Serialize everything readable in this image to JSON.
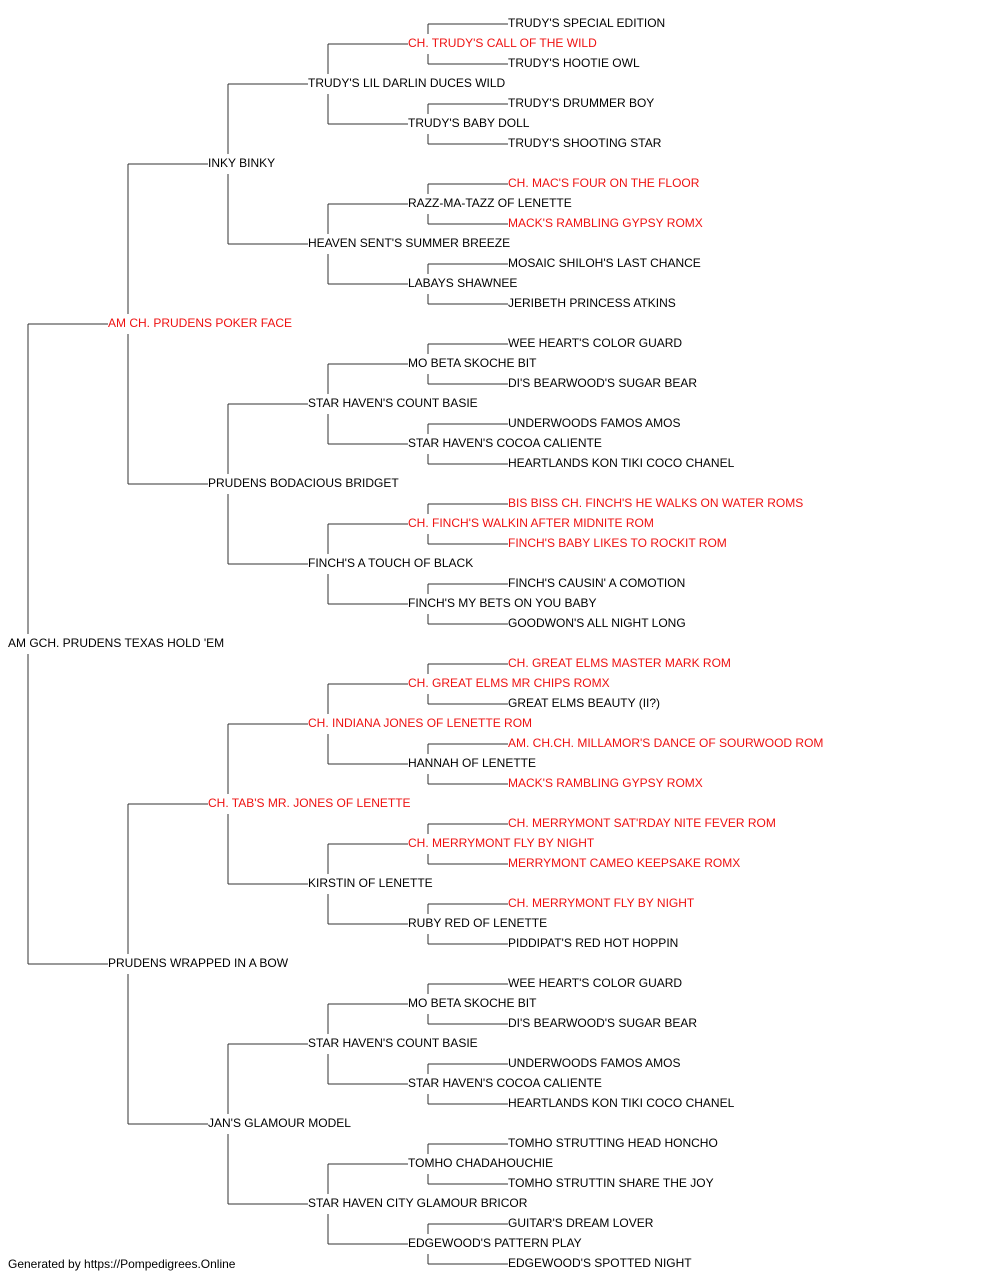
{
  "colors": {
    "normal": "#000000",
    "titled": "#ee1111",
    "connector": "#333333"
  },
  "footer": "Generated by https://Pompedigrees.Online",
  "pedigree": {
    "name": "AM GCH. PRUDENS TEXAS HOLD 'EM",
    "titled": false,
    "sire": {
      "name": "AM CH. PRUDENS POKER FACE",
      "titled": true,
      "sire": {
        "name": "INKY BINKY",
        "titled": false,
        "sire": {
          "name": "TRUDY'S LIL DARLIN DUCES WILD",
          "titled": false,
          "sire": {
            "name": "CH. TRUDY'S CALL OF THE WILD",
            "titled": true,
            "sire": {
              "name": "TRUDY'S SPECIAL EDITION",
              "titled": false
            },
            "dam": {
              "name": "TRUDY'S HOOTIE OWL",
              "titled": false
            }
          },
          "dam": {
            "name": "TRUDY'S BABY DOLL",
            "titled": false,
            "sire": {
              "name": "TRUDY'S DRUMMER BOY",
              "titled": false
            },
            "dam": {
              "name": "TRUDY'S SHOOTING STAR",
              "titled": false
            }
          }
        },
        "dam": {
          "name": "HEAVEN SENT'S SUMMER BREEZE",
          "titled": false,
          "sire": {
            "name": "RAZZ-MA-TAZZ OF LENETTE",
            "titled": false,
            "sire": {
              "name": "CH. MAC'S FOUR ON THE FLOOR",
              "titled": true
            },
            "dam": {
              "name": "MACK'S RAMBLING GYPSY ROMX",
              "titled": true
            }
          },
          "dam": {
            "name": "LABAYS SHAWNEE",
            "titled": false,
            "sire": {
              "name": "MOSAIC SHILOH'S LAST CHANCE",
              "titled": false
            },
            "dam": {
              "name": "JERIBETH PRINCESS ATKINS",
              "titled": false
            }
          }
        }
      },
      "dam": {
        "name": "PRUDENS BODACIOUS BRIDGET",
        "titled": false,
        "sire": {
          "name": "STAR HAVEN'S COUNT BASIE",
          "titled": false,
          "sire": {
            "name": "MO BETA SKOCHE BIT",
            "titled": false,
            "sire": {
              "name": "WEE HEART'S COLOR GUARD",
              "titled": false
            },
            "dam": {
              "name": "DI'S BEARWOOD'S SUGAR BEAR",
              "titled": false
            }
          },
          "dam": {
            "name": "STAR HAVEN'S COCOA CALIENTE",
            "titled": false,
            "sire": {
              "name": "UNDERWOODS FAMOS AMOS",
              "titled": false
            },
            "dam": {
              "name": "HEARTLANDS KON TIKI COCO CHANEL",
              "titled": false
            }
          }
        },
        "dam": {
          "name": "FINCH'S A TOUCH OF BLACK",
          "titled": false,
          "sire": {
            "name": "CH. FINCH'S WALKIN AFTER MIDNITE ROM",
            "titled": true,
            "sire": {
              "name": "BIS BISS CH. FINCH'S HE WALKS ON WATER ROMS",
              "titled": true
            },
            "dam": {
              "name": "FINCH'S BABY LIKES TO ROCKIT ROM",
              "titled": true
            }
          },
          "dam": {
            "name": "FINCH'S MY BETS ON YOU BABY",
            "titled": false,
            "sire": {
              "name": "FINCH'S CAUSIN' A COMOTION",
              "titled": false
            },
            "dam": {
              "name": "GOODWON'S ALL NIGHT LONG",
              "titled": false
            }
          }
        }
      }
    },
    "dam": {
      "name": "PRUDENS WRAPPED IN A BOW",
      "titled": false,
      "sire": {
        "name": "CH. TAB'S MR. JONES OF LENETTE",
        "titled": true,
        "sire": {
          "name": "CH. INDIANA JONES OF LENETTE ROM",
          "titled": true,
          "sire": {
            "name": "CH. GREAT ELMS MR CHIPS ROMX",
            "titled": true,
            "sire": {
              "name": "CH. GREAT ELMS MASTER MARK ROM",
              "titled": true
            },
            "dam": {
              "name": "GREAT ELMS BEAUTY (II?)",
              "titled": false
            }
          },
          "dam": {
            "name": "HANNAH OF LENETTE",
            "titled": false,
            "sire": {
              "name": "AM. CH.CH. MILLAMOR'S DANCE OF SOURWOOD ROM",
              "titled": true
            },
            "dam": {
              "name": "MACK'S RAMBLING GYPSY ROMX",
              "titled": true
            }
          }
        },
        "dam": {
          "name": "KIRSTIN OF LENETTE",
          "titled": false,
          "sire": {
            "name": "CH. MERRYMONT FLY BY NIGHT",
            "titled": true,
            "sire": {
              "name": "CH. MERRYMONT SAT'RDAY NITE FEVER ROM",
              "titled": true
            },
            "dam": {
              "name": "MERRYMONT CAMEO KEEPSAKE ROMX",
              "titled": true
            }
          },
          "dam": {
            "name": "RUBY RED OF LENETTE",
            "titled": false,
            "sire": {
              "name": "CH. MERRYMONT FLY BY NIGHT",
              "titled": true
            },
            "dam": {
              "name": "PIDDIPAT'S RED HOT HOPPIN",
              "titled": false
            }
          }
        }
      },
      "dam": {
        "name": "JAN'S GLAMOUR MODEL",
        "titled": false,
        "sire": {
          "name": "STAR HAVEN'S COUNT BASIE",
          "titled": false,
          "sire": {
            "name": "MO BETA SKOCHE BIT",
            "titled": false,
            "sire": {
              "name": "WEE HEART'S COLOR GUARD",
              "titled": false
            },
            "dam": {
              "name": "DI'S BEARWOOD'S SUGAR BEAR",
              "titled": false
            }
          },
          "dam": {
            "name": "STAR HAVEN'S COCOA CALIENTE",
            "titled": false,
            "sire": {
              "name": "UNDERWOODS FAMOS AMOS",
              "titled": false
            },
            "dam": {
              "name": "HEARTLANDS KON TIKI COCO CHANEL",
              "titled": false
            }
          }
        },
        "dam": {
          "name": "STAR HAVEN CITY GLAMOUR BRICOR",
          "titled": false,
          "sire": {
            "name": "TOMHO CHADAHOUCHIE",
            "titled": false,
            "sire": {
              "name": "TOMHO STRUTTING HEAD HONCHO",
              "titled": false
            },
            "dam": {
              "name": "TOMHO STRUTTIN SHARE THE JOY",
              "titled": false
            }
          },
          "dam": {
            "name": "EDGEWOOD'S PATTERN PLAY",
            "titled": false,
            "sire": {
              "name": "GUITAR'S DREAM LOVER",
              "titled": false
            },
            "dam": {
              "name": "EDGEWOOD'S SPOTTED NIGHT",
              "titled": false
            }
          }
        }
      }
    }
  }
}
